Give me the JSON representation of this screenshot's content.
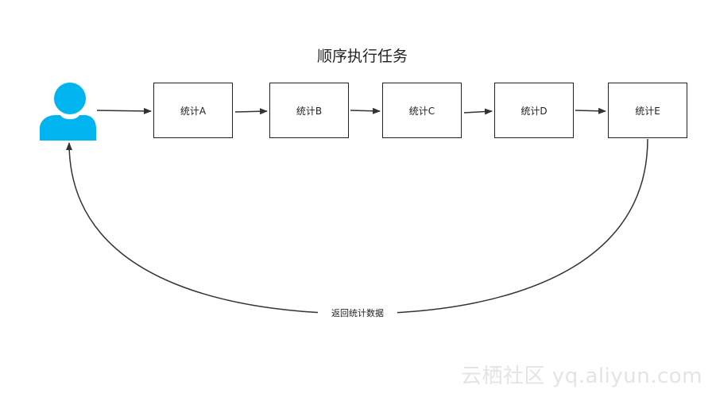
{
  "diagram": {
    "title": "顺序执行任务",
    "actor_icon": "user-icon",
    "actor_color": "#00B4F0",
    "line_color": "#333333",
    "steps": [
      {
        "id": "a",
        "label": "统计A"
      },
      {
        "id": "b",
        "label": "统计B"
      },
      {
        "id": "c",
        "label": "统计C"
      },
      {
        "id": "d",
        "label": "统计D"
      },
      {
        "id": "e",
        "label": "统计E"
      }
    ],
    "return_label": "返回统计数据"
  },
  "watermark": "云栖社区 yq.aliyun.com"
}
